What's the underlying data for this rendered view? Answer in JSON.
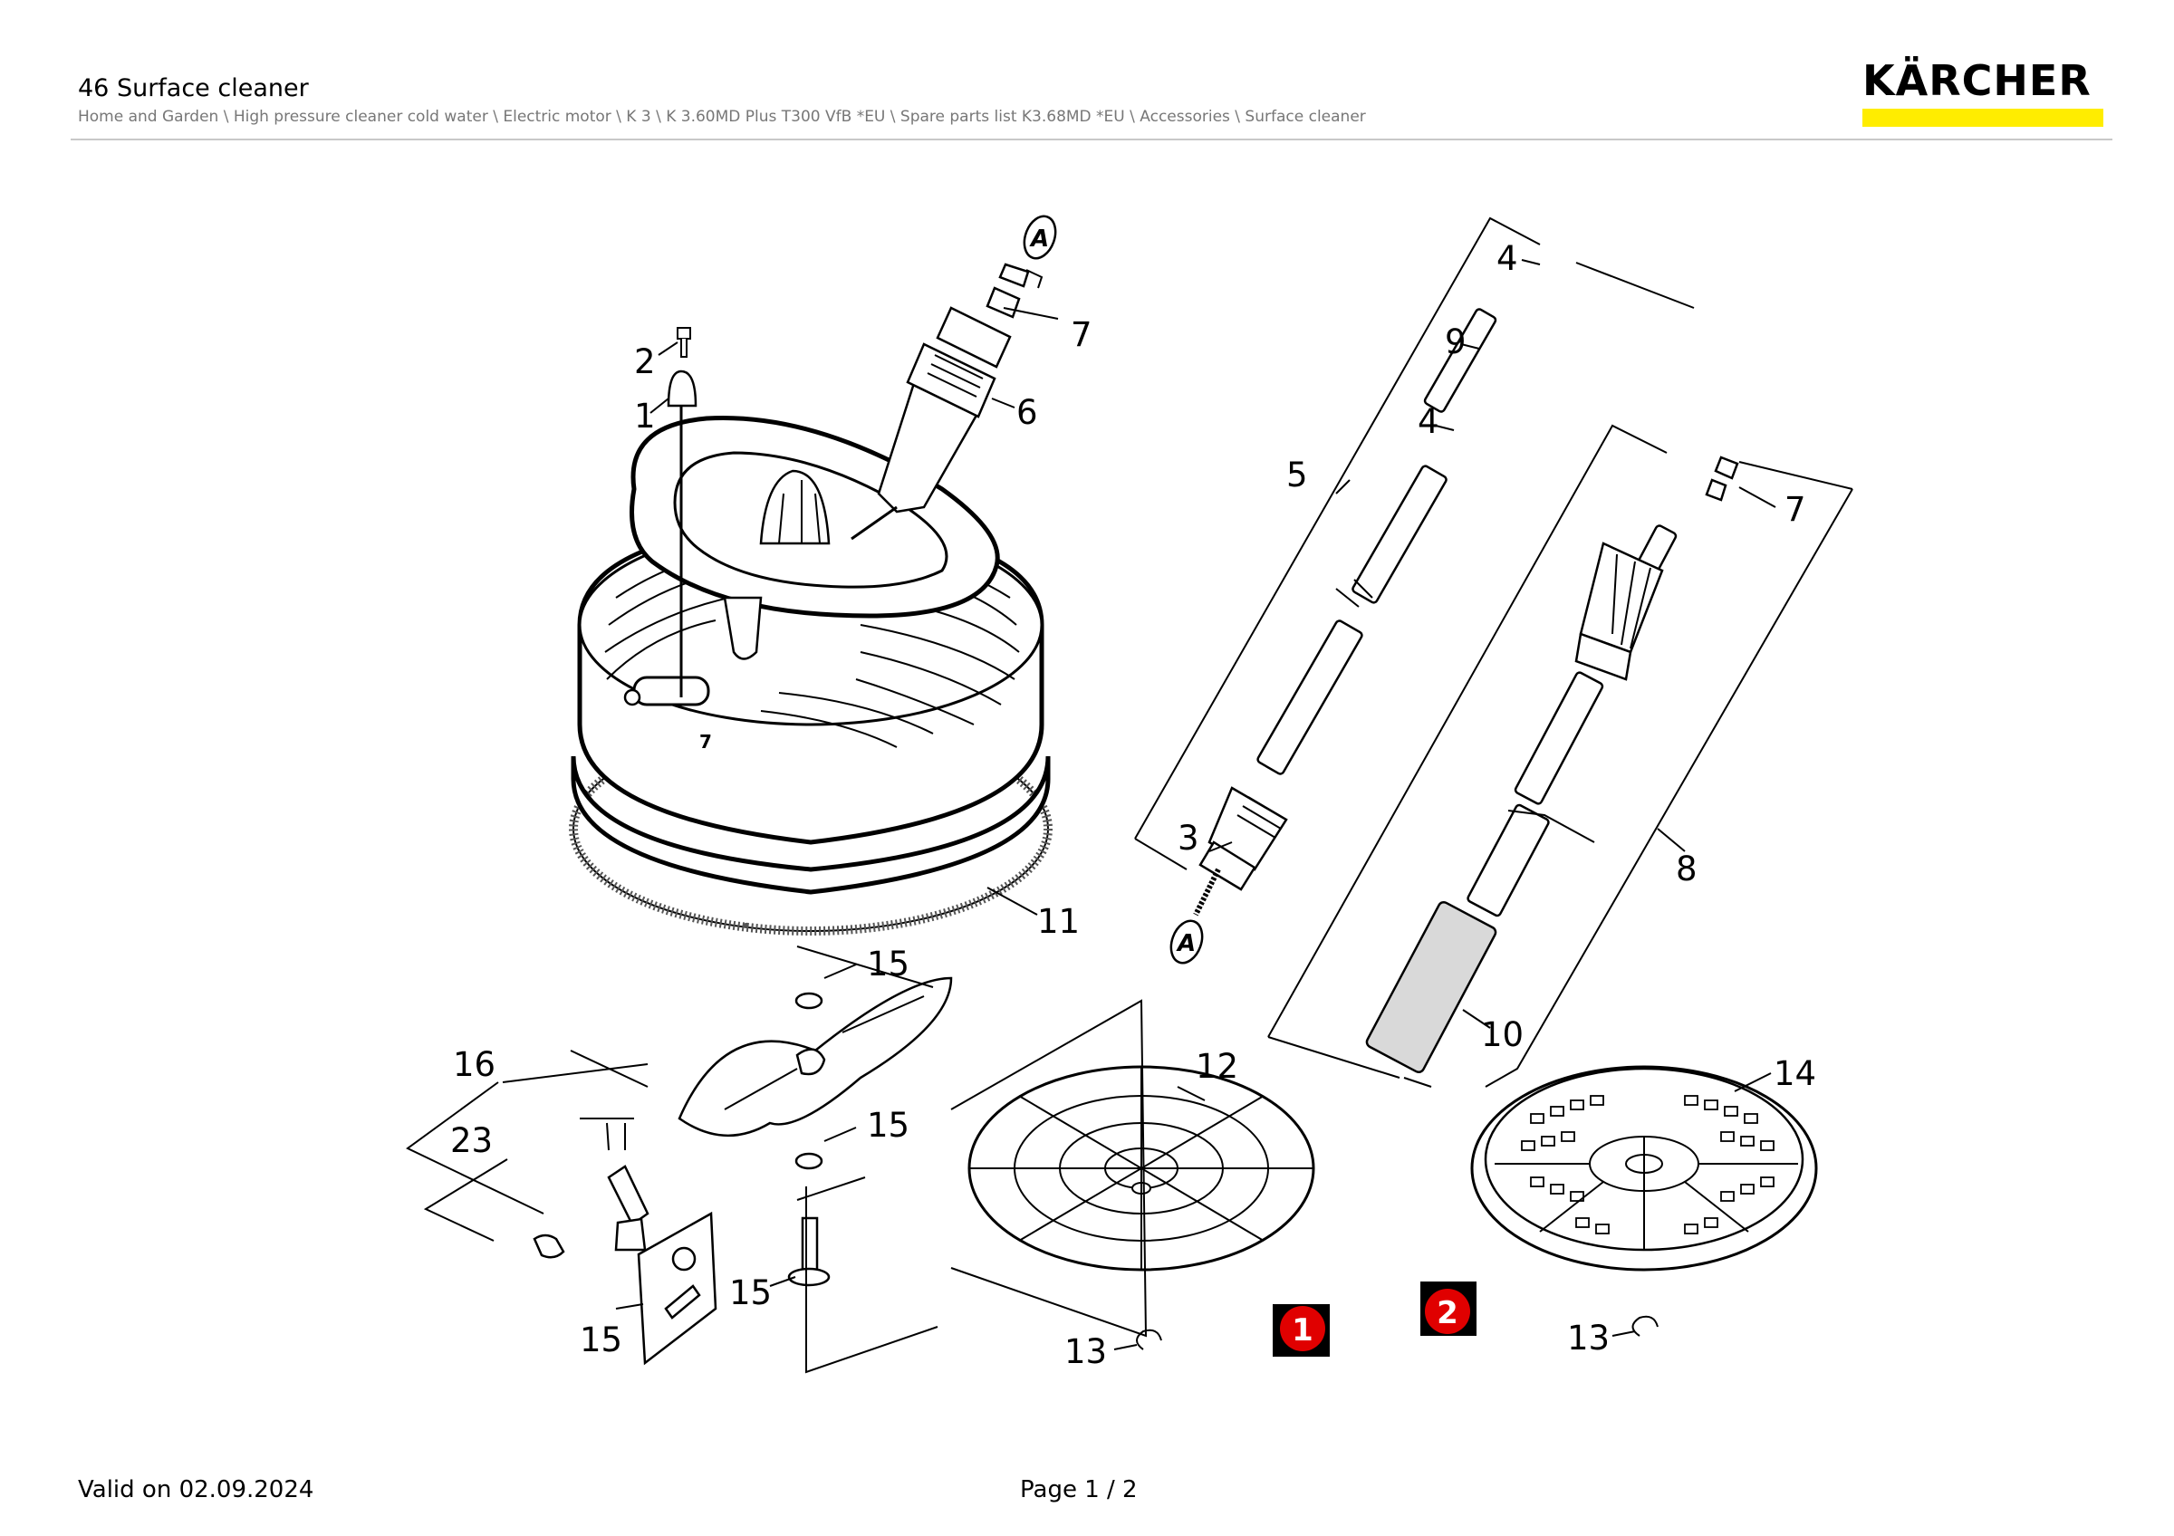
{
  "header": {
    "title": "46 Surface cleaner",
    "breadcrumb": "Home and Garden \\ High pressure cleaner cold water \\ Electric motor \\ K 3 \\ K 3.60MD Plus T300 VfB *EU \\ Spare parts list K3.68MD *EU \\ Accessories \\ Surface cleaner",
    "logo_text": "KÄRCHER",
    "logo_accent": "#ffed00"
  },
  "diagram": {
    "labels": {
      "l1": "1",
      "l2": "2",
      "l3": "3",
      "l4a": "4",
      "l4b": "4",
      "l5": "5",
      "l6": "6",
      "l7a": "7",
      "l7b": "7",
      "l8": "8",
      "l9": "9",
      "l10": "10",
      "l11": "11",
      "l12": "12",
      "l13a": "13",
      "l13b": "13",
      "l14": "14",
      "l15a": "15",
      "l15b": "15",
      "l15c": "15",
      "l15d": "15",
      "l16": "16",
      "l23": "23"
    },
    "markers": {
      "A1": "A",
      "A2": "A",
      "badge1": "1",
      "badge2": "2"
    },
    "badge_color": "#e00000"
  },
  "footer": {
    "valid": "Valid on 02.09.2024",
    "page": "Page 1 / 2"
  }
}
